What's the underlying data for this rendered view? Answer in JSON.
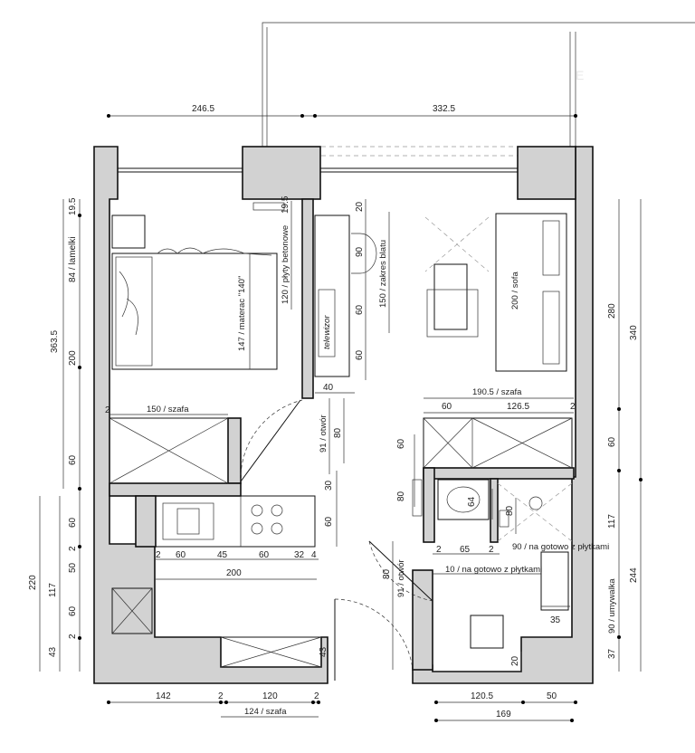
{
  "watermark": "E",
  "dimensions": {
    "top_left": "246.5",
    "top_right": "332.5",
    "left_19_5": "19.5",
    "left_lamelki": "84 / lamelki",
    "left_363_5": "363.5",
    "left_200": "200",
    "left_60a": "60",
    "left_60b": "60",
    "left_2a": "2",
    "left_50": "50",
    "left_60c": "60",
    "left_2b": "2",
    "left_220": "220",
    "left_117": "117",
    "left_43": "43",
    "bed": "147 / materac \"140\"",
    "plyty": "120 / płyty betonowe",
    "plyty_19_5": "19.5",
    "k_20": "20",
    "k_90": "90",
    "k_60a": "60",
    "k_60b": "60",
    "zakres": "150 / zakres blatu",
    "telewizor": "telewizor",
    "d_40": "40",
    "otwor1": "91 / otwór",
    "d_80a": "80",
    "d_30": "30",
    "d_60k": "60",
    "szafa_bed": "150 / szafa",
    "szafa_bed_2": "2",
    "sofa": "200 / sofa",
    "szafa_right": "190.5 / szafa",
    "sr_60": "60",
    "sr_126_5": "126.5",
    "sr_2": "2",
    "bath_60": "60",
    "bath_80": "80",
    "bath_64": "64",
    "bath_80b": "80",
    "b_2a": "2",
    "b_65": "65",
    "b_2b": "2",
    "gotowo1": "90 / na gotowo z płytkami",
    "gotowo2": "10 / na gotowo z płytkami",
    "otwor2": "91 / otwór",
    "d_80b": "80",
    "d_35": "35",
    "d_20": "20",
    "k2_2": "2",
    "k2_60a": "60",
    "k2_45": "45",
    "k2_60b": "60",
    "k2_32": "32",
    "k2_4": "4",
    "k2_200": "200",
    "d_43b": "43",
    "r_280": "280",
    "r_340": "340",
    "r_60": "60",
    "r_117": "117",
    "r_244": "244",
    "umywalka": "90 / umywalka",
    "r_37": "37",
    "bot_142": "142",
    "bot_2a": "2",
    "bot_120": "120",
    "bot_2b": "2",
    "bot_szafa": "124 / szafa",
    "bot_120_5": "120.5",
    "bot_50": "50",
    "bot_169": "169"
  }
}
